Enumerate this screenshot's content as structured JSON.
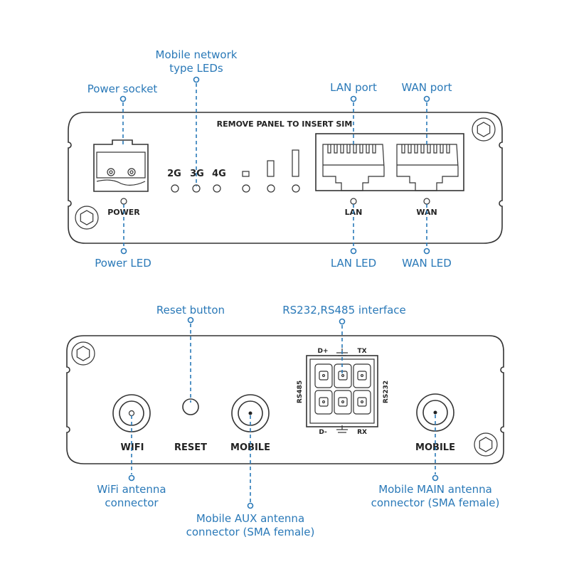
{
  "colors": {
    "callout": "#2a79b8",
    "outline": "#333333",
    "background": "#ffffff"
  },
  "front_panel": {
    "header_text": "REMOVE PANEL TO INSERT SIM",
    "labels": {
      "power": "POWER",
      "g2": "2G",
      "g3": "3G",
      "g4": "4G",
      "lan": "LAN",
      "wan": "WAN"
    },
    "callouts": {
      "mobile_network_leds_line1": "Mobile network",
      "mobile_network_leds_line2": "type LEDs",
      "power_socket": "Power socket",
      "lan_port": "LAN port",
      "wan_port": "WAN port",
      "power_led": "Power LED",
      "lan_led": "LAN LED",
      "wan_led": "WAN LED"
    }
  },
  "back_panel": {
    "labels": {
      "wifi": "WIFI",
      "reset": "RESET",
      "mobile_aux": "MOBILE",
      "mobile_main": "MOBILE",
      "d_plus": "D+",
      "tx": "TX",
      "d_minus": "D-",
      "rx": "RX",
      "rs485": "RS485",
      "rs232": "RS232"
    },
    "callouts": {
      "reset_button": "Reset button",
      "serial_interface": "RS232,RS485 interface",
      "wifi_line1": "WiFi antenna",
      "wifi_line2": "connector",
      "aux_line1": "Mobile AUX antenna",
      "aux_line2": "connector (SMA female)",
      "main_line1": "Mobile MAIN antenna",
      "main_line2": "connector (SMA female)"
    }
  }
}
